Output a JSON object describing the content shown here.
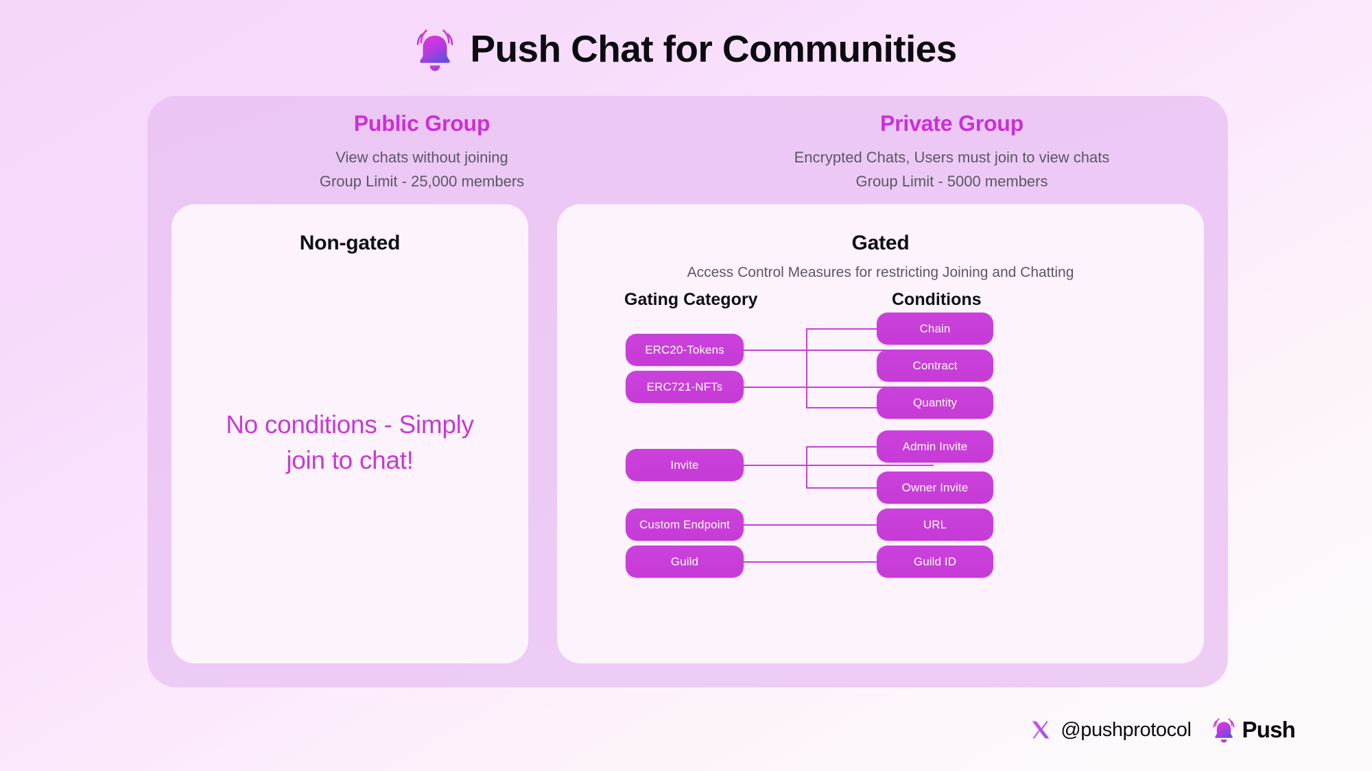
{
  "header": {
    "icon": "bell-icon",
    "title": "Push Chat for Communities"
  },
  "columns": {
    "public": {
      "title": "Public Group",
      "line1": "View chats without joining",
      "line2": "Group Limit - 25,000 members"
    },
    "private": {
      "title": "Private Group",
      "line1": "Encrypted Chats, Users must join to view chats",
      "line2": "Group Limit - 5000 members"
    }
  },
  "panels": {
    "non_gated": {
      "title": "Non-gated",
      "message": "No conditions - Simply join to chat!"
    },
    "gated": {
      "title": "Gated",
      "subtitle": "Access Control Measures for restricting Joining and Chatting",
      "headers": {
        "category": "Gating Category",
        "conditions": "Conditions"
      },
      "categories": [
        {
          "label": "ERC20-Tokens"
        },
        {
          "label": "ERC721-NFTs"
        },
        {
          "label": "Invite"
        },
        {
          "label": "Custom Endpoint"
        },
        {
          "label": "Guild"
        }
      ],
      "conditions": [
        {
          "label": "Chain"
        },
        {
          "label": "Contract"
        },
        {
          "label": "Quantity"
        },
        {
          "label": "Admin Invite"
        },
        {
          "label": "Owner Invite"
        },
        {
          "label": "URL"
        },
        {
          "label": "Guild ID"
        }
      ]
    }
  },
  "footer": {
    "social_icon": "x-twitter-icon",
    "handle": "@pushprotocol",
    "brand_icon": "bell-icon",
    "brand_name": "Push"
  },
  "colors": {
    "page_background": "#f6d6fb",
    "outer_card": "#ecc8f4",
    "panel": "#fdf3fd",
    "accent_magenta": "#cc2fd8",
    "pill_fill": "#c93fd8",
    "wire": "#c83fd6",
    "text_dark": "#0b0b10",
    "text_muted": "#5b5566"
  }
}
